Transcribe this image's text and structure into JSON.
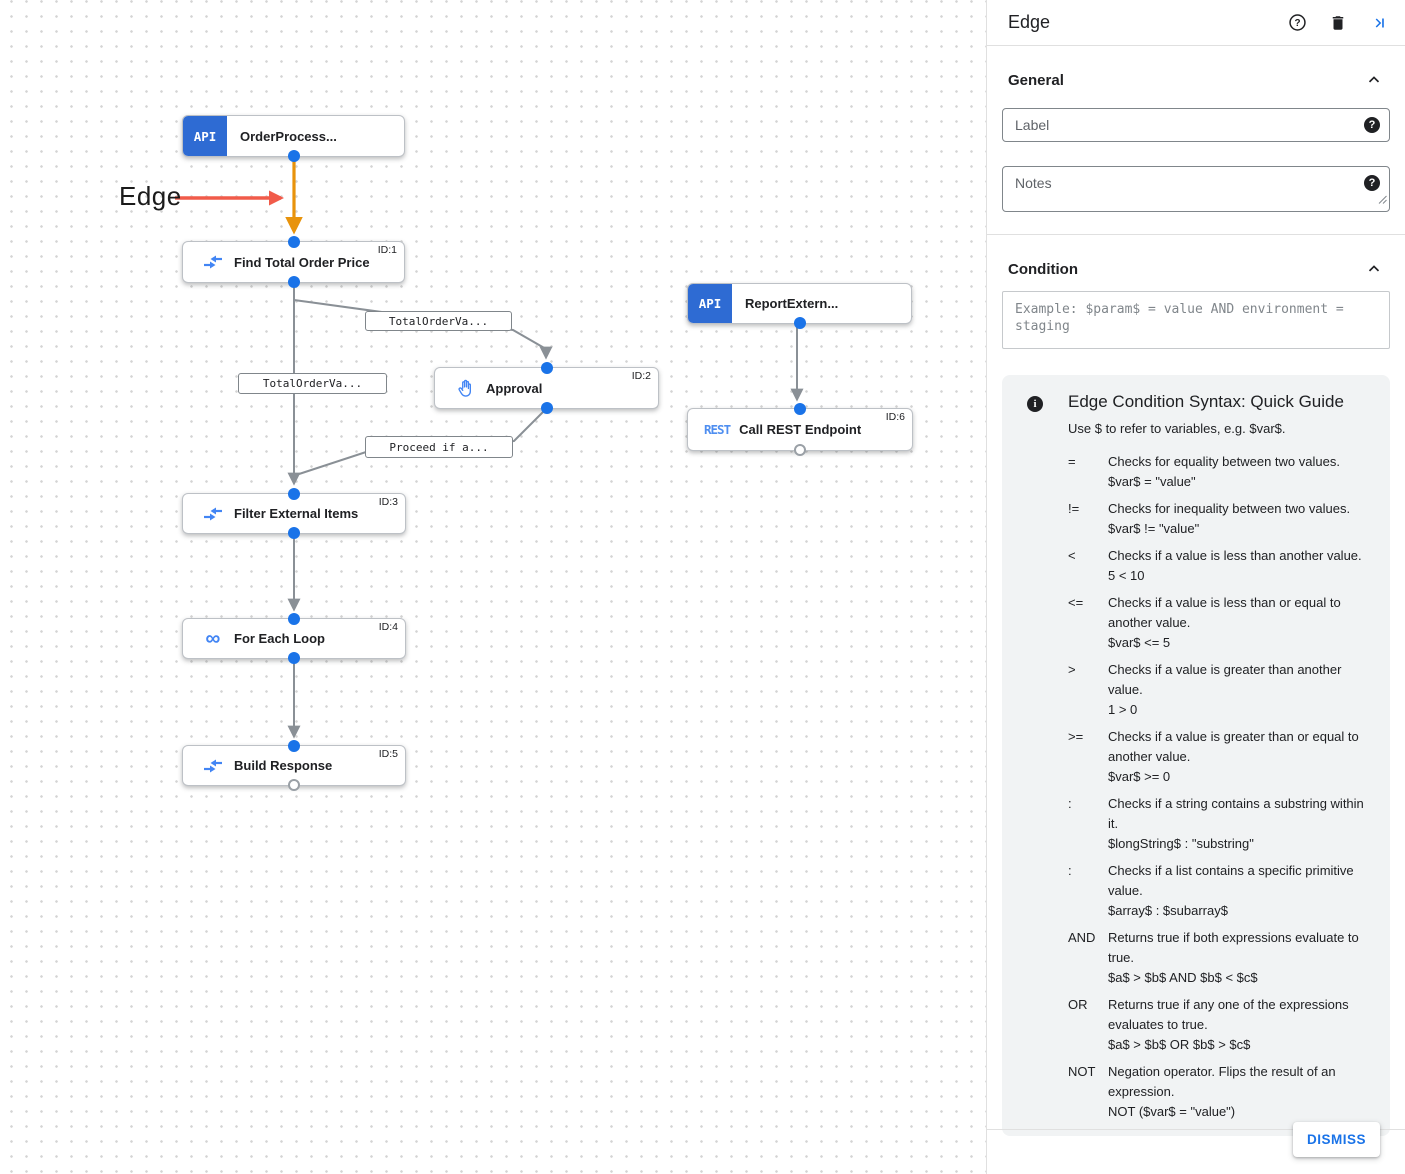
{
  "canvas": {
    "annotation": {
      "label": "Edge"
    },
    "api_icon_text": "API",
    "rest_icon_text": "REST",
    "nodes": [
      {
        "label": "OrderProcess...",
        "badge": ""
      },
      {
        "label": "Find Total Order Price",
        "badge": "ID:1"
      },
      {
        "label": "Approval",
        "badge": "ID:2"
      },
      {
        "label": "ReportExtern...",
        "badge": ""
      },
      {
        "label": "Call REST Endpoint",
        "badge": "ID:6"
      },
      {
        "label": "Filter External Items",
        "badge": "ID:3"
      },
      {
        "label": "For Each Loop",
        "badge": "ID:4"
      },
      {
        "label": "Build Response",
        "badge": "ID:5"
      }
    ],
    "edge_labels": [
      "TotalOrderVa...",
      "TotalOrderVa...",
      "Proceed if a..."
    ],
    "colors": {
      "selected_edge": "#E8930C",
      "edge": "#8A9096",
      "annotation_arrow": "#F15B4A",
      "node_blue": "#2E6BD3",
      "port_blue": "#1A73E8"
    }
  },
  "panel": {
    "title": "Edge",
    "general_section": "General",
    "condition_section": "Condition",
    "label_placeholder": "Label",
    "notes_placeholder": "Notes",
    "condition_placeholder": "Example: $param$ = value AND environment = staging",
    "guide": {
      "title": "Edge Condition Syntax: Quick Guide",
      "subtitle": "Use $ to refer to variables, e.g. $var$.",
      "rows": [
        {
          "op": "=",
          "desc": "Checks for equality between two values.",
          "example": "$var$ = \"value\""
        },
        {
          "op": "!=",
          "desc": "Checks for inequality between two values.",
          "example": "$var$ != \"value\""
        },
        {
          "op": "<",
          "desc": "Checks if a value is less than another value.",
          "example": "5 < 10"
        },
        {
          "op": "<=",
          "desc": "Checks if a value is less than or equal to another value.",
          "example": "$var$ <= 5"
        },
        {
          "op": ">",
          "desc": "Checks if a value is greater than another value.",
          "example": "1 > 0"
        },
        {
          "op": ">=",
          "desc": "Checks if a value is greater than or equal to another value.",
          "example": "$var$ >= 0"
        },
        {
          "op": ":",
          "desc": "Checks if a string contains a substring within it.",
          "example": "$longString$ : \"substring\""
        },
        {
          "op": ":",
          "desc": "Checks if a list contains a specific primitive value.",
          "example": "$array$ : $subarray$"
        },
        {
          "op": "AND",
          "desc": "Returns true if both expressions evaluate to true.",
          "example": "$a$ > $b$ AND $b$ < $c$"
        },
        {
          "op": "OR",
          "desc": "Returns true if any one of the expressions evaluates to true.",
          "example": "$a$ > $b$ OR $b$ > $c$"
        },
        {
          "op": "NOT",
          "desc": "Negation operator. Flips the result of an expression.",
          "example": "NOT ($var$ = \"value\")"
        }
      ]
    },
    "dismiss_label": "DISMISS"
  }
}
